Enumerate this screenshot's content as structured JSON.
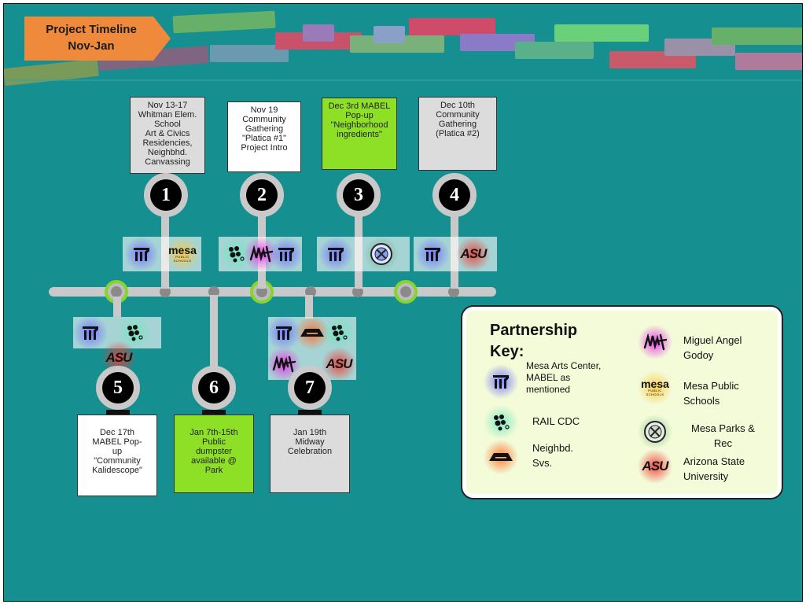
{
  "title": {
    "line": "Project Timeline\nNov-Jan"
  },
  "colors": {
    "background": "#168f90",
    "track": "#c9c9c9",
    "node": "#8a8a8a",
    "ring": "#86d42c",
    "card_green": "#8ee027",
    "card_grey": "#dcdcdc",
    "banner": "#ef8a3c"
  },
  "events": [
    {
      "number": "1",
      "text": "Nov 13-17\nWhitman Elem.\nSchool\nArt & Civics\nResidencies,\nNeighbhd.\nCanvassing",
      "style": "grey",
      "partners": [
        "mesa-arts-center",
        "mesa-public-schools"
      ]
    },
    {
      "number": "2",
      "text": "Nov 19\nCommunity\nGathering\n\"Platica #1\"\nProject Intro",
      "style": "white",
      "partners": [
        "rail-cdc",
        "miguel-angel-godoy",
        "mesa-arts-center"
      ]
    },
    {
      "number": "3",
      "text": "Dec 3rd MABEL\nPop-up\n\"Neighborhood\ningredients\"",
      "style": "green",
      "partners": [
        "mesa-arts-center",
        "mesa-parks-rec"
      ]
    },
    {
      "number": "4",
      "text": "Dec 10th\nCommunity\nGathering\n(Platica #2)",
      "style": "grey",
      "partners": [
        "mesa-arts-center",
        "arizona-state-university"
      ]
    },
    {
      "number": "5",
      "text": "Dec 17th\nMABEL Pop-\nup\n\"Community\nKalidescope\"",
      "style": "white",
      "partners": [
        "mesa-arts-center",
        "rail-cdc",
        "arizona-state-university"
      ]
    },
    {
      "number": "6",
      "text": "Jan 7th-15th\nPublic\ndumpster\navailable @\nPark",
      "style": "green",
      "partners": []
    },
    {
      "number": "7",
      "text": "Jan 19th\nMidway\nCelebration",
      "style": "grey",
      "partners": [
        "mesa-arts-center",
        "neighborhood-services",
        "rail-cdc",
        "miguel-angel-godoy",
        "arizona-state-university"
      ]
    }
  ],
  "key": {
    "title": "Partnership\nKey:",
    "entries": [
      {
        "id": "mesa-arts-center",
        "icon": "mesa-arts-center-logo",
        "label": "Mesa Arts Center,\nMABEL as\nmentioned"
      },
      {
        "id": "rail-cdc",
        "icon": "rail-cdc-logo",
        "label": "RAIL CDC"
      },
      {
        "id": "neighborhood-services",
        "icon": "neighborhood-services-logo",
        "label": "Neighbd.\nSvs."
      },
      {
        "id": "miguel-angel-godoy",
        "icon": "miguel-angel-godoy-logo",
        "label": "Miguel Angel\nGodoy"
      },
      {
        "id": "mesa-public-schools",
        "icon": "mesa-public-schools-logo",
        "label": "Mesa Public\nSchools"
      },
      {
        "id": "mesa-parks-rec",
        "icon": "mesa-parks-rec-logo",
        "label": "Mesa Parks &\nRec"
      },
      {
        "id": "arizona-state-university",
        "icon": "arizona-state-university-logo",
        "label": "Arizona State\nUniversity"
      }
    ]
  },
  "logo_text": {
    "mesa": "mesa",
    "mesa_sub": "PUBLIC SCHOOLS",
    "asu": "ASU"
  }
}
